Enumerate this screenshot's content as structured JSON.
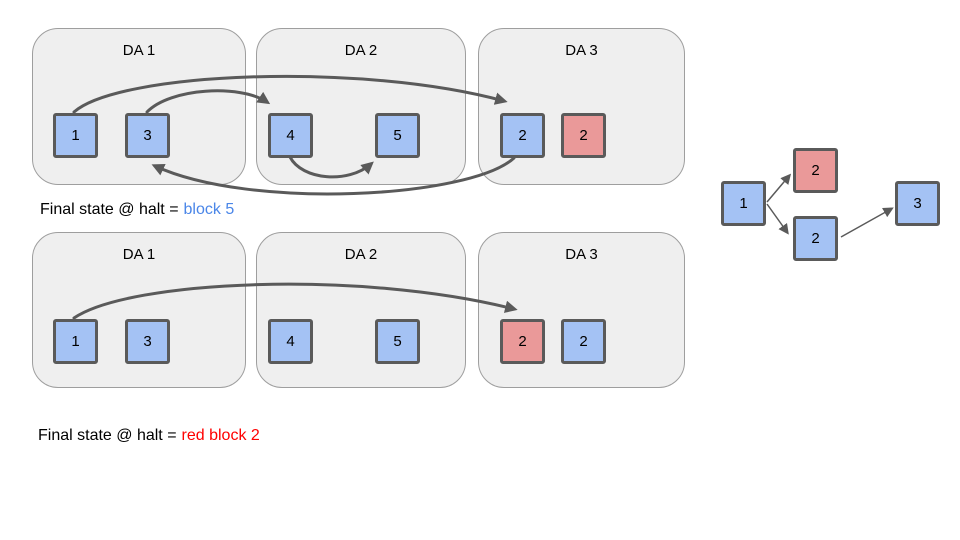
{
  "colors": {
    "block_blue_fill": "#a4c2f4",
    "block_red_fill": "#ea9999",
    "block_border": "#5a5a5a",
    "container_fill": "#efefef",
    "container_border": "#9e9e9e",
    "arrow": "#5a5a5a",
    "caption_highlight_blue": "#4a86e8",
    "caption_highlight_red": "#ff0000"
  },
  "scenario1": {
    "containers": [
      {
        "label": "DA 1"
      },
      {
        "label": "DA 2"
      },
      {
        "label": "DA 3"
      }
    ],
    "blocks": {
      "da1": [
        {
          "label": "1",
          "color": "blue"
        },
        {
          "label": "3",
          "color": "blue"
        }
      ],
      "da2": [
        {
          "label": "4",
          "color": "blue"
        },
        {
          "label": "5",
          "color": "blue"
        }
      ],
      "da3": [
        {
          "label": "2",
          "color": "blue"
        },
        {
          "label": "2",
          "color": "red"
        }
      ]
    },
    "arrows": [
      "block 1 → block 2",
      "block 2 → block 3",
      "block 3 → block 4",
      "block 4 → block 5"
    ],
    "caption": {
      "prefix": "Final state @ halt =",
      "value": "block 5"
    }
  },
  "scenario2": {
    "containers": [
      {
        "label": "DA 1"
      },
      {
        "label": "DA 2"
      },
      {
        "label": "DA 3"
      }
    ],
    "blocks": {
      "da1": [
        {
          "label": "1",
          "color": "blue"
        },
        {
          "label": "3",
          "color": "blue"
        }
      ],
      "da2": [
        {
          "label": "4",
          "color": "blue"
        },
        {
          "label": "5",
          "color": "blue"
        }
      ],
      "da3": [
        {
          "label": "2",
          "color": "red"
        },
        {
          "label": "2",
          "color": "blue"
        }
      ]
    },
    "arrows": [
      "block 1 → red block 2"
    ],
    "caption": {
      "prefix": "Final state @ halt =",
      "value": "red block 2"
    }
  },
  "fork_graph": {
    "nodes": [
      {
        "label": "1",
        "color": "blue"
      },
      {
        "label": "2",
        "color": "red"
      },
      {
        "label": "2",
        "color": "blue"
      },
      {
        "label": "3",
        "color": "blue"
      }
    ],
    "edges": [
      "1 → 2 (red)",
      "1 → 2 (blue)",
      "2 (blue) → 3"
    ]
  }
}
